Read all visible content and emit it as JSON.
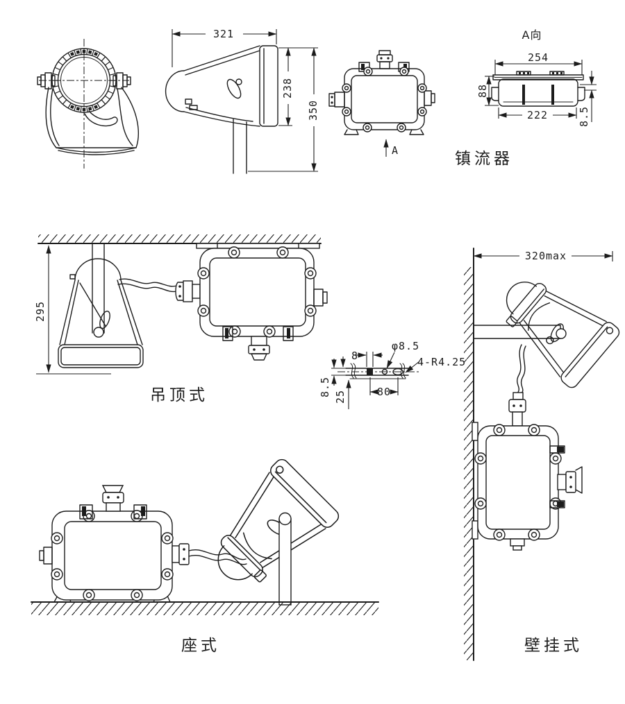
{
  "drawing": {
    "colors": {
      "ink": "#1c1c1c",
      "paper": "#ffffff"
    },
    "labels": {
      "view_a_title": "A向",
      "ballast_caption": "镇流器",
      "ceiling_caption": "吊顶式",
      "seat_caption": "座式",
      "wall_caption": "壁挂式",
      "section_arrow": "A"
    },
    "dims": {
      "side_width": "321",
      "side_back_height": "238",
      "side_total_height": "350",
      "aview_width": "254",
      "aview_height": "88",
      "aview_inner_width": "222",
      "aview_gap": "8.5",
      "ceiling_height": "295",
      "wall_reach": "320max",
      "plate_hole": "φ8.5",
      "plate_slots": "4-R4.25",
      "plate_offset": "8",
      "plate_thickness": "8.5",
      "plate_depth": "25",
      "plate_span": "80"
    }
  }
}
